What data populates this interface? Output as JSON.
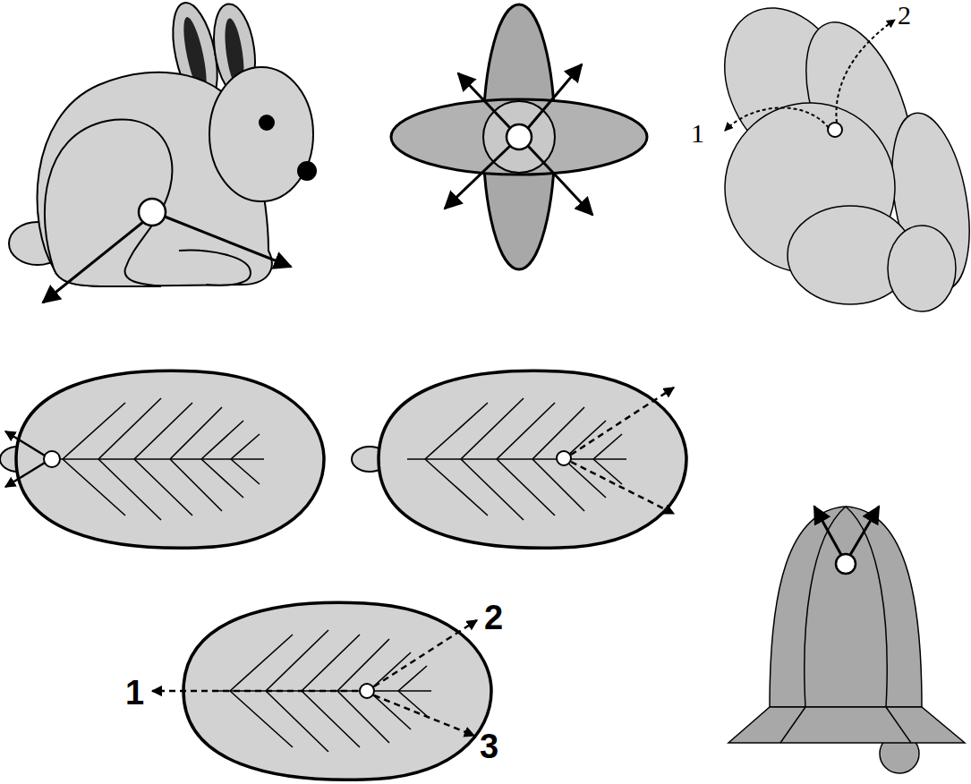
{
  "diagram": {
    "labels": [
      "2",
      "1",
      "2",
      "1",
      "3"
    ]
  }
}
